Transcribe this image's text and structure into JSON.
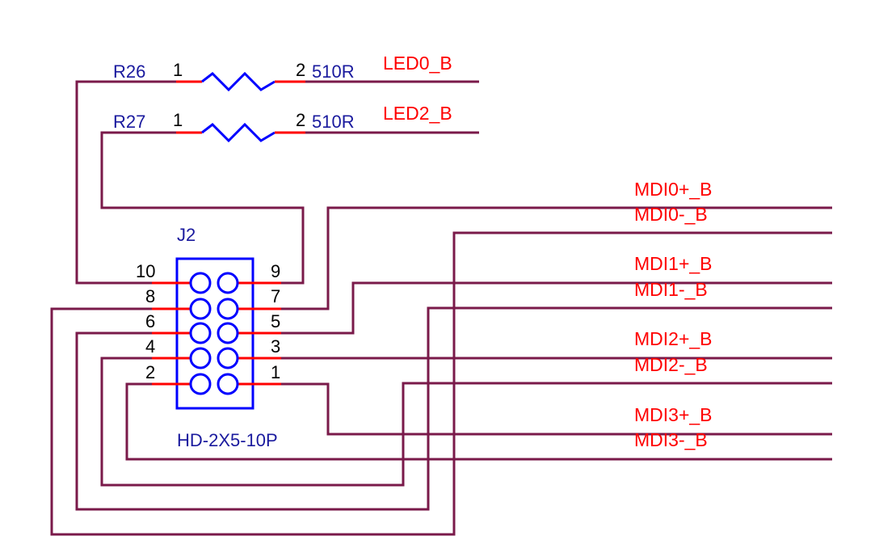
{
  "resistors": [
    {
      "ref": "R26",
      "pin1": "1",
      "pin2": "2",
      "value": "510R",
      "net": "LED0_B"
    },
    {
      "ref": "R27",
      "pin1": "1",
      "pin2": "2",
      "value": "510R",
      "net": "LED2_B"
    }
  ],
  "connector": {
    "ref": "J2",
    "part": "HD-2X5-10P",
    "left_pins": [
      "10",
      "8",
      "6",
      "4",
      "2"
    ],
    "right_pins": [
      "9",
      "7",
      "5",
      "3",
      "1"
    ]
  },
  "nets": [
    "MDI0+_B",
    "MDI0-_B",
    "MDI1+_B",
    "MDI1-_B",
    "MDI2+_B",
    "MDI2-_B",
    "MDI3+_B",
    "MDI3-_B"
  ],
  "colors": {
    "wire": "#7a1a4a",
    "pin": "#ff0000",
    "symbol": "#0000ff",
    "net_label": "#ff0000",
    "ref_label": "#1a1a9e"
  }
}
